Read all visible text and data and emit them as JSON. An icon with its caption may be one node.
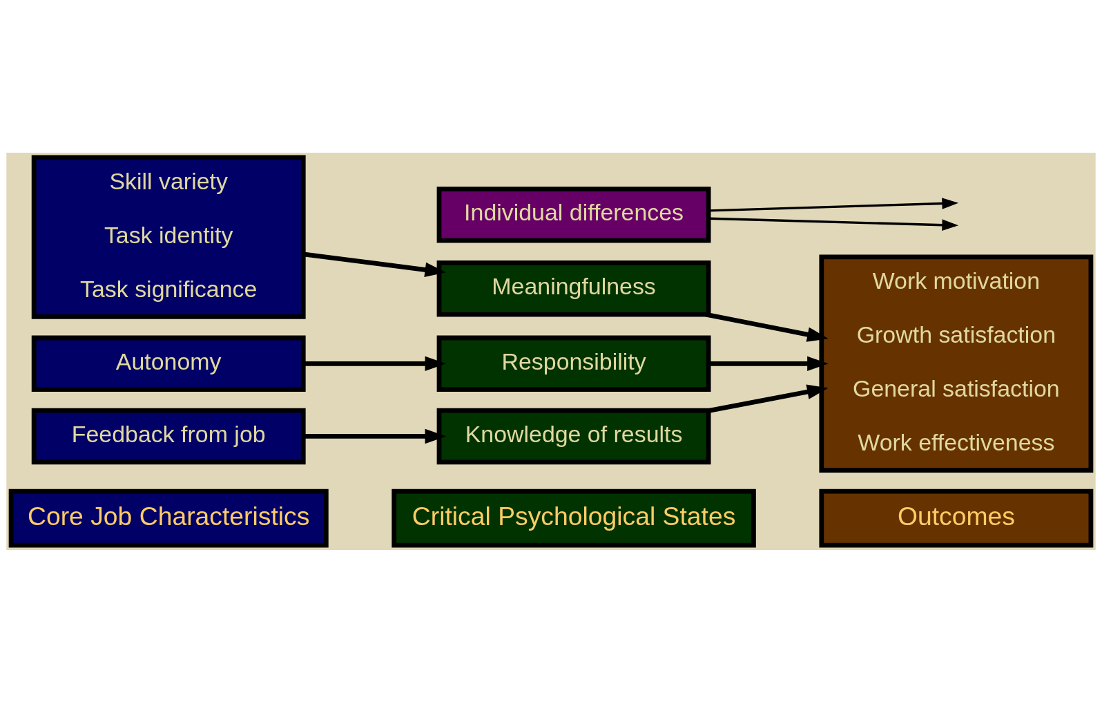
{
  "diagram": {
    "nodes": [
      {
        "text": [
          "Core Job Characteristics"
        ]
      },
      {
        "text": [
          "Critical Psychological States"
        ]
      },
      {
        "text": [
          "Outcomes"
        ]
      },
      {
        "text": [
          "Skill variety",
          "Task identity",
          "Task significance"
        ]
      },
      {
        "text": [
          "Meaningfulness"
        ]
      },
      {
        "text": [
          "Work motivation",
          "Growth satisfaction",
          "General satisfaction",
          "Work effectiveness"
        ]
      },
      {
        "text": [
          "Autonomy"
        ]
      },
      {
        "text": [
          "Responsibility"
        ]
      },
      {
        "text": [
          "Feedback from job"
        ]
      },
      {
        "text": [
          "Knowledge of results"
        ]
      },
      {
        "text": [
          "Individual differences"
        ]
      }
    ],
    "edges": [
      {
        "from": 3,
        "to": 4,
        "arrow": "to"
      },
      {
        "from": 4,
        "to": 5,
        "arrow": "to"
      },
      {
        "from": 6,
        "to": 7,
        "arrow": "to"
      },
      {
        "from": 7,
        "to": 5,
        "arrow": "to"
      },
      {
        "from": 8,
        "to": 9,
        "arrow": "to"
      },
      {
        "from": 9,
        "to": 5,
        "arrow": "to"
      },
      {
        "from": 10,
        "to": null,
        "arrow": "to"
      },
      {
        "from": 10,
        "to": null,
        "arrow": "to"
      }
    ]
  }
}
